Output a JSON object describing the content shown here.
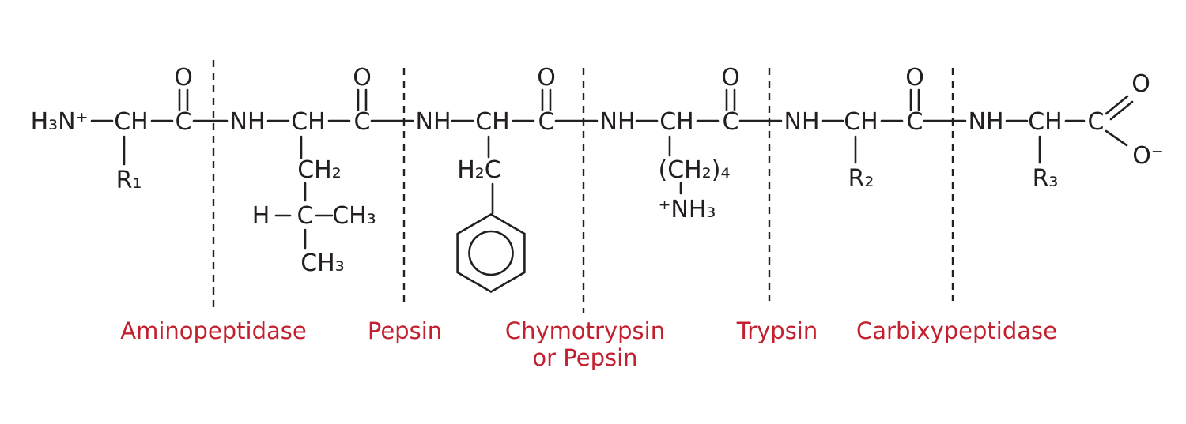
{
  "molecule": {
    "n_terminus": "H₃N⁺",
    "ch": "CH",
    "c": "C",
    "o": "O",
    "nh": "NH",
    "o_minus": "O⁻",
    "r1": "R₁",
    "r2": "R₂",
    "r3": "R₃",
    "leucine_ch2": "CH₂",
    "leucine_h": "H",
    "leucine_c": "C",
    "leucine_ch3": "CH₃",
    "phe_h2c": "H₂C",
    "lys_ch2_4": "(CH₂)₄",
    "lys_nh3": "⁺NH₃"
  },
  "enzymes": [
    {
      "name": "Aminopeptidase"
    },
    {
      "name": "Pepsin"
    },
    {
      "name": "Chymotrypsin",
      "name2": "or Pepsin"
    },
    {
      "name": "Trypsin"
    },
    {
      "name": "Carbixypeptidase"
    }
  ],
  "colors": {
    "structure": "#231f20",
    "enzyme": "#c2202e",
    "background": "#ffffff"
  }
}
